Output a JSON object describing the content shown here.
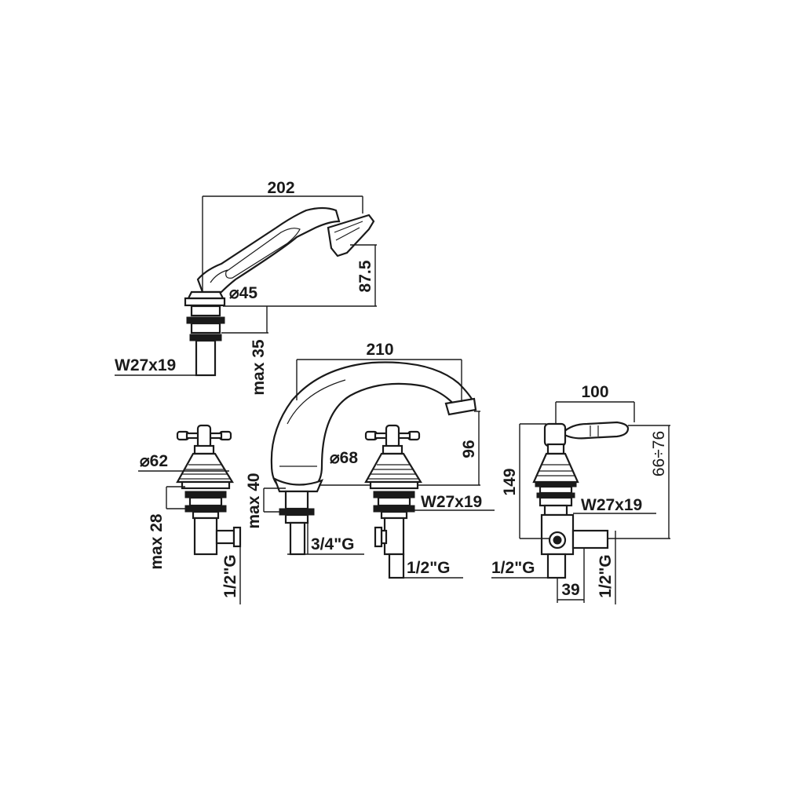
{
  "dimensions": {
    "shower_width": "202",
    "shower_height": "87.5",
    "shower_diameter": "⌀45",
    "shower_max_depth": "max 35",
    "shower_thread": "W27x19",
    "spout_width": "210",
    "spout_height": "96",
    "spout_diameter": "⌀68",
    "spout_max_depth": "max 40",
    "spout_connection": "3/4\"G",
    "left_valve_diameter": "⌀62",
    "left_valve_max_depth": "max 28",
    "left_valve_connection": "1/2\"G",
    "right_valve_thread": "W27x19",
    "right_valve_connection": "1/2\"G",
    "diverter_width": "100",
    "diverter_range": "66÷76",
    "diverter_height": "149",
    "diverter_thread": "W27x19",
    "diverter_connection_left": "1/2\"G",
    "diverter_offset": "39",
    "diverter_connection_right": "1/2\"G"
  }
}
